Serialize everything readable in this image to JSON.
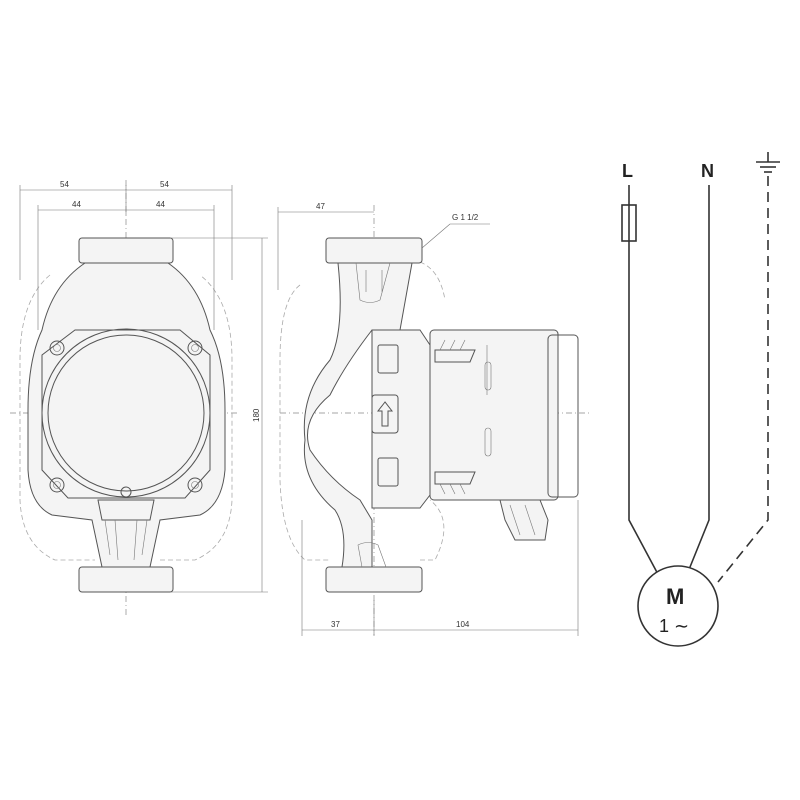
{
  "front_view": {
    "dim_total_left": "54",
    "dim_total_right": "54",
    "dim_inner_left": "44",
    "dim_inner_right": "44",
    "dim_height": "180"
  },
  "side_view": {
    "dim_top": "47",
    "thread_label": "G 1 1/2",
    "dim_bottom_left": "37",
    "dim_bottom_right": "104"
  },
  "wiring": {
    "line_label": "L",
    "neutral_label": "N",
    "motor_label": "M",
    "motor_phase": "1",
    "motor_ac_symbol": "∼"
  }
}
